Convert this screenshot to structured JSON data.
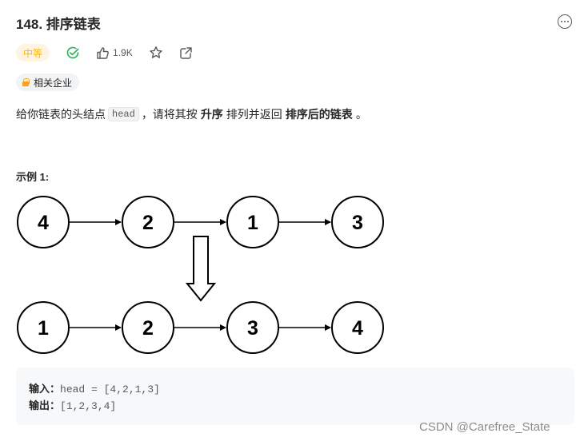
{
  "problem": {
    "title": "148. 排序链表",
    "difficulty": "中等",
    "likes": "1.9K",
    "company_tag": "相关企业"
  },
  "description": {
    "part1": "给你链表的头结点",
    "code": "head",
    "part2": "，请将其按",
    "bold1": "升序",
    "part3": "排列并返回",
    "bold2": "排序后的链表",
    "part4": "。"
  },
  "example": {
    "title": "示例 1:",
    "before_list": [
      "4",
      "2",
      "1",
      "3"
    ],
    "after_list": [
      "1",
      "2",
      "3",
      "4"
    ],
    "input_label": "输入：",
    "input_value": "head = [4,2,1,3]",
    "output_label": "输出：",
    "output_value": "[1,2,3,4]"
  },
  "watermark": "CSDN @Carefree_State",
  "colors": {
    "difficulty_text": "#ffb700",
    "difficulty_bg": "#fff4e0",
    "solved_check": "#2db55d",
    "lock": "#ffa116"
  }
}
